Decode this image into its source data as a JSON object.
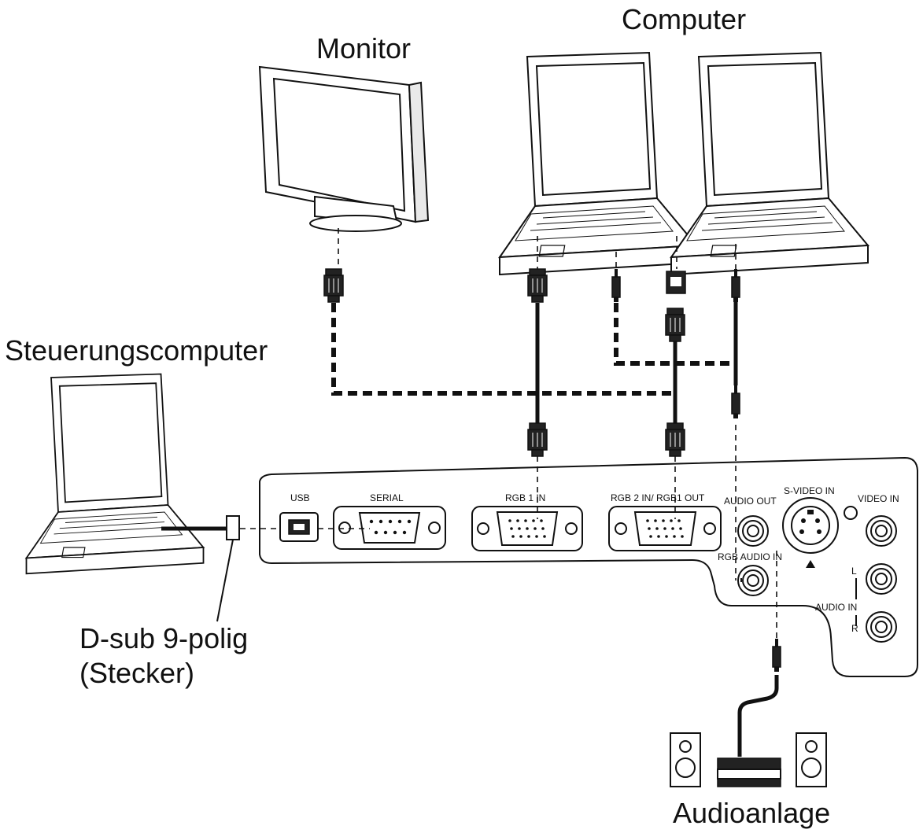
{
  "labels": {
    "monitor": "Monitor",
    "computer": "Computer",
    "control_computer": "Steuerungscomputer",
    "dsub_line1": "D-sub 9-polig",
    "dsub_line2": "(Stecker)",
    "audio_system": "Audioanlage"
  },
  "ports": {
    "usb": "USB",
    "serial": "SERIAL",
    "rgb1_in": "RGB 1 IN",
    "rgb2_in_rgb1_out": "RGB 2 IN/ RGB1 OUT",
    "audio_out": "AUDIO OUT",
    "s_video_in": "S-VIDEO IN",
    "video_in": "VIDEO IN",
    "rgb_audio_in": "RGB AUDIO IN",
    "audio_in": "AUDIO IN",
    "audio_in_l": "L",
    "audio_in_r": "R"
  }
}
